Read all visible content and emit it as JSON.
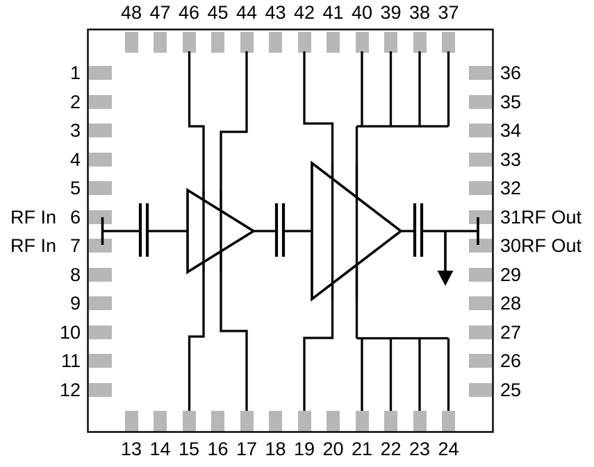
{
  "diagram": {
    "kind": "ic-functional-block-diagram",
    "package_pin_count": 48
  },
  "labels": {
    "rf_in": "RF In",
    "rf_out": "RF Out"
  },
  "pins": {
    "top": [
      {
        "n": "48"
      },
      {
        "n": "47"
      },
      {
        "n": "46"
      },
      {
        "n": "45"
      },
      {
        "n": "44"
      },
      {
        "n": "43"
      },
      {
        "n": "42"
      },
      {
        "n": "41"
      },
      {
        "n": "40"
      },
      {
        "n": "39"
      },
      {
        "n": "38"
      },
      {
        "n": "37"
      }
    ],
    "left": [
      {
        "n": "1"
      },
      {
        "n": "2"
      },
      {
        "n": "3"
      },
      {
        "n": "4"
      },
      {
        "n": "5"
      },
      {
        "n": "6",
        "label": "RF In"
      },
      {
        "n": "7",
        "label": "RF In"
      },
      {
        "n": "8"
      },
      {
        "n": "9"
      },
      {
        "n": "10"
      },
      {
        "n": "11"
      },
      {
        "n": "12"
      }
    ],
    "right": [
      {
        "n": "36"
      },
      {
        "n": "35"
      },
      {
        "n": "34"
      },
      {
        "n": "33"
      },
      {
        "n": "32"
      },
      {
        "n": "31",
        "label": "RF Out"
      },
      {
        "n": "30",
        "label": "RF Out"
      },
      {
        "n": "29"
      },
      {
        "n": "28"
      },
      {
        "n": "27"
      },
      {
        "n": "26"
      },
      {
        "n": "25"
      }
    ],
    "bottom": [
      {
        "n": "13"
      },
      {
        "n": "14"
      },
      {
        "n": "15"
      },
      {
        "n": "16"
      },
      {
        "n": "17"
      },
      {
        "n": "18"
      },
      {
        "n": "19"
      },
      {
        "n": "20"
      },
      {
        "n": "21"
      },
      {
        "n": "22"
      },
      {
        "n": "23"
      },
      {
        "n": "24"
      }
    ]
  },
  "components": {
    "stage1": "amplifier-stage-1",
    "stage2": "amplifier-stage-2",
    "cap1": "input-coupling-capacitor",
    "cap2": "interstage-coupling-capacitor",
    "cap3": "output-coupling-capacitor",
    "ground": "ground-arrow"
  },
  "colors": {
    "line": "#000000",
    "pin_fill": "#b7b7b7",
    "background": "#ffffff"
  }
}
